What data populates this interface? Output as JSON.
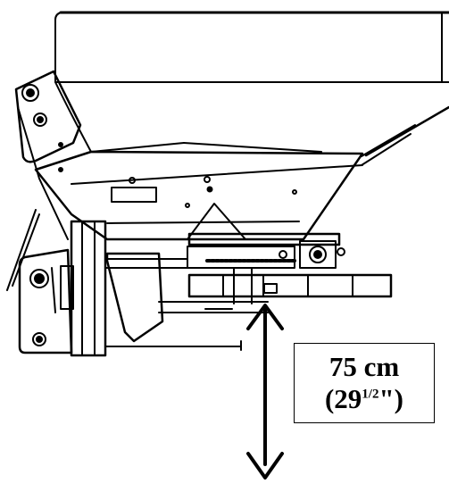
{
  "measurement": {
    "metric": "75 cm",
    "imperial_open": "(29",
    "imperial_fraction": "1/2",
    "imperial_close": "\")"
  }
}
